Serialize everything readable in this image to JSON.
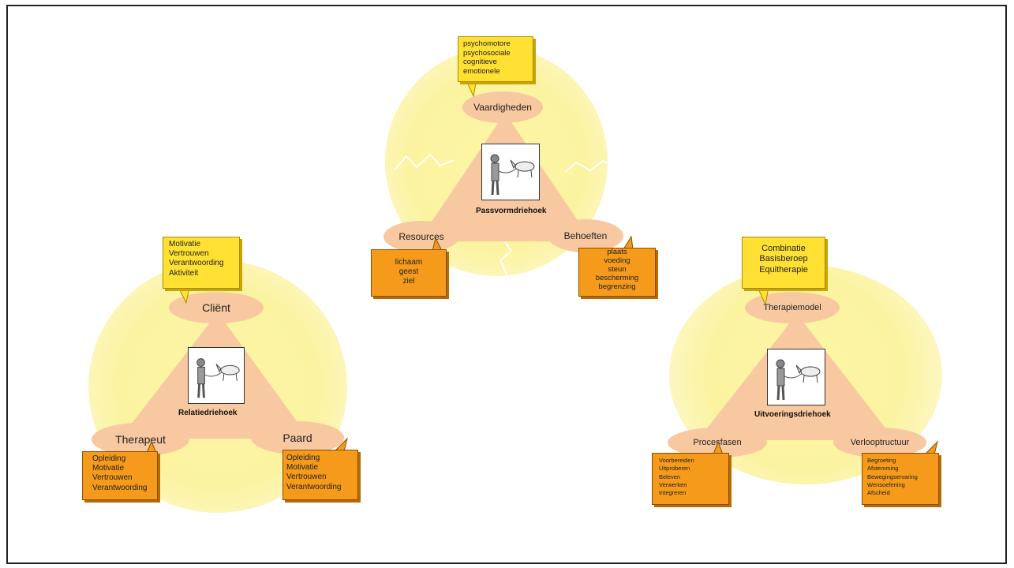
{
  "colors": {
    "glow": "#fbf3a0",
    "triangle": "#f8c8a0",
    "ellipse": "#f8c8a0",
    "note_yellow": "#ffe033",
    "note_orange": "#f59a1a"
  },
  "passvorm": {
    "title": "Passvormdriehoek",
    "top_label": "Vaardigheden",
    "top_note": [
      "psychomotore",
      "psychosociale",
      "cognitieve",
      "emotionele"
    ],
    "left_label": "Resources",
    "left_note": [
      "lichaam",
      "geest",
      "ziel"
    ],
    "right_label": "Behoeften",
    "right_note": [
      "plaats",
      "voeding",
      "steun",
      "bescherming",
      "begrenzing"
    ]
  },
  "relatie": {
    "title": "Relatiedriehoek",
    "top_label": "Cliënt",
    "top_note": [
      "Motivatie",
      "Vertrouwen",
      "Verantwoording",
      "Aktiviteit"
    ],
    "left_label": "Therapeut",
    "left_note": [
      "Opleiding",
      "Motivatie",
      "Vertrouwen",
      "Verantwoording"
    ],
    "right_label": "Paard",
    "right_note": [
      "Opleiding",
      "Motivatie",
      "Vertrouwen",
      "Verantwoording"
    ]
  },
  "uitvoering": {
    "title": "Uitvoeringsdriehoek",
    "top_label": "Therapiemodel",
    "top_note": [
      "Combinatie",
      "Basisberoep",
      "Equitherapie"
    ],
    "left_label": "Procesfasen",
    "left_note": [
      "Voorbereiden",
      "Uitproberen",
      "Beleven",
      "Verwerken",
      "Integreren"
    ],
    "right_label": "Verlooptructuur",
    "right_note": [
      "Begroeting",
      "Afstemming",
      "Bewegingservaring",
      "Wensoefening",
      "Afscheid"
    ]
  }
}
